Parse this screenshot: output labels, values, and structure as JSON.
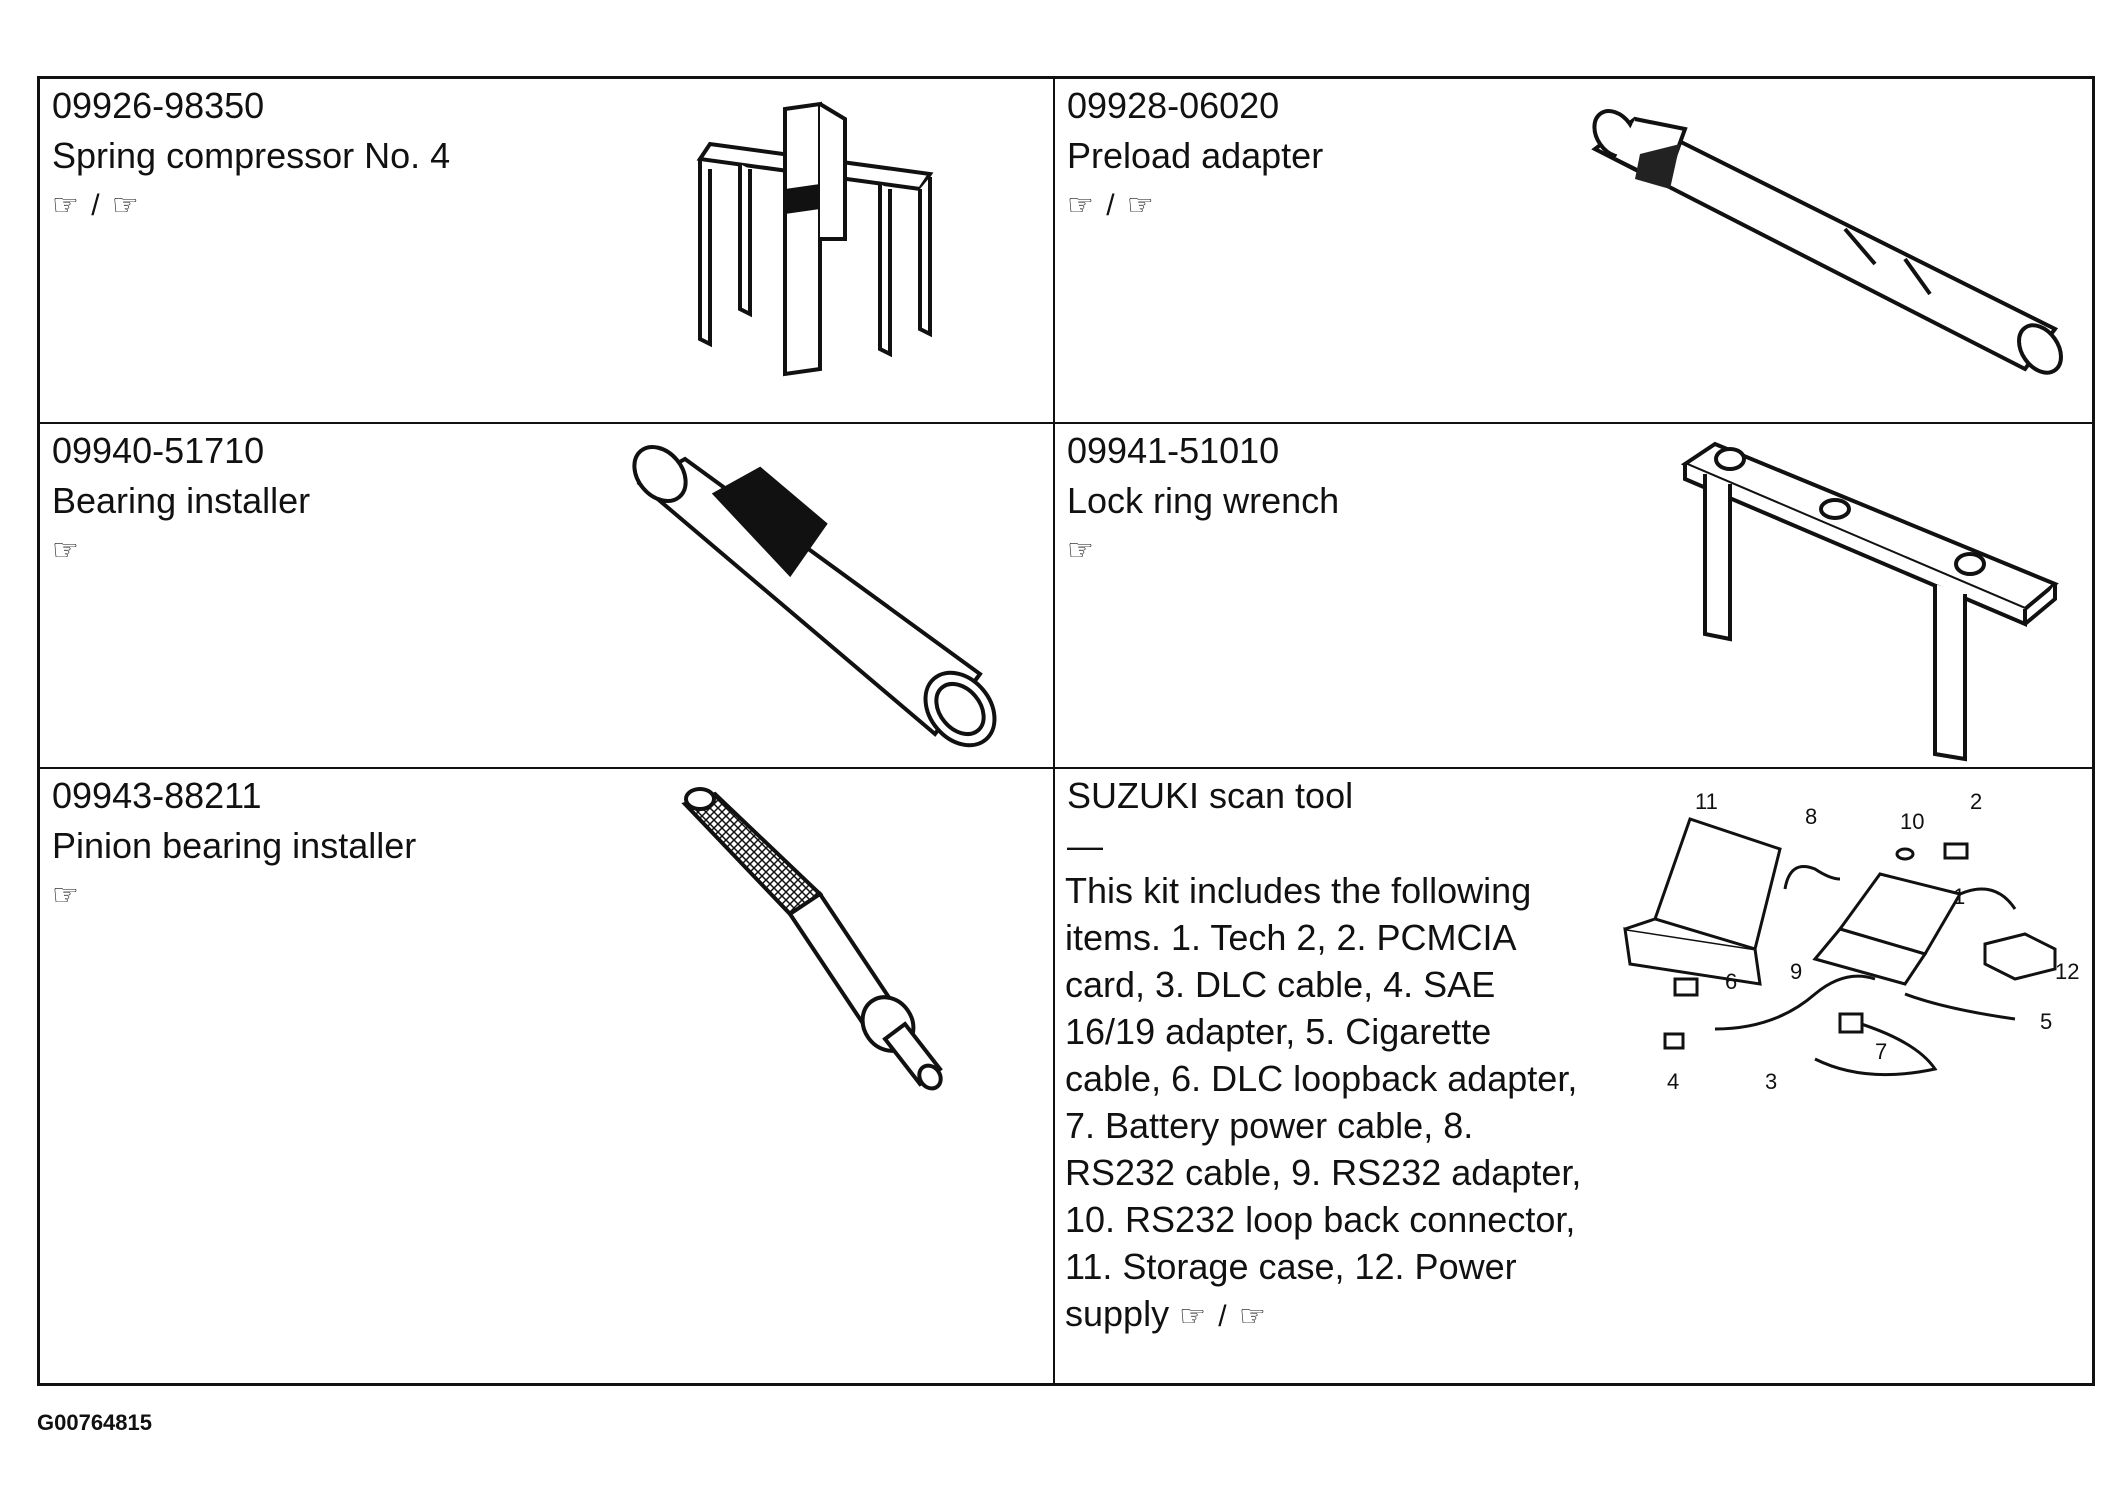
{
  "tools": [
    {
      "part_no": "09926-98350",
      "name": "Spring compressor No. 4",
      "ref": "☞ / ☞"
    },
    {
      "part_no": "09928-06020",
      "name": "Preload adapter",
      "ref": "☞ / ☞"
    },
    {
      "part_no": "09940-51710",
      "name": "Bearing installer",
      "ref": "☞"
    },
    {
      "part_no": "09941-51010",
      "name": "Lock ring wrench",
      "ref": "☞"
    },
    {
      "part_no": "09943-88211",
      "name": "Pinion bearing installer",
      "ref": "☞"
    },
    {
      "part_no": "",
      "name": "SUZUKI scan tool",
      "dash": "—",
      "description": "This kit includes the following items. 1. Tech 2, 2. PCMCIA card, 3. DLC cable, 4. SAE 16/19 adapter, 5. Cigarette cable, 6. DLC loopback adapter, 7. Battery power cable, 8. RS232 cable, 9. RS232 adapter, 10. RS232 loop back connector, 11. Storage case, 12. Power supply",
      "ref": "☞ / ☞",
      "callouts": [
        "1",
        "2",
        "3",
        "4",
        "5",
        "6",
        "7",
        "8",
        "9",
        "10",
        "11",
        "12"
      ]
    }
  ],
  "figure_id": "G00764815"
}
